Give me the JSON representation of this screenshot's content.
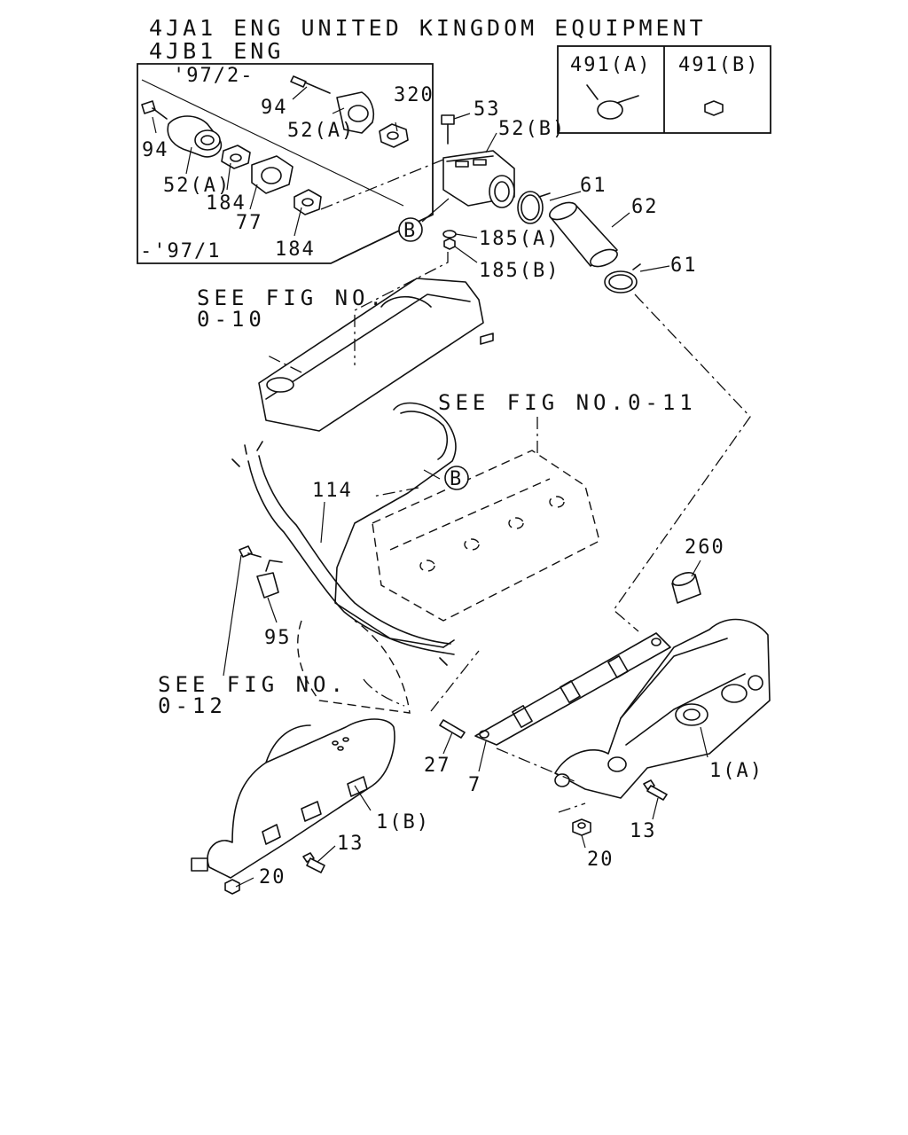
{
  "header": {
    "line1": "4JA1 ENG UNITED KINGDOM EQUIPMENT",
    "line2": "4JB1 ENG"
  },
  "inset": {
    "period_from": "'97/2-",
    "period_to": "-'97/1"
  },
  "legend": {
    "left": "491(A)",
    "right": "491(B)"
  },
  "see_fig": {
    "f010_a": "SEE FIG NO.",
    "f010_b": "0-10",
    "f011": "SEE FIG NO.0-11",
    "f012_a": "SEE FIG NO.",
    "f012_b": "0-12"
  },
  "marker": "B",
  "parts": {
    "p94": "94",
    "p52a": "52(A)",
    "p320": "320",
    "p53": "53",
    "p52b": "52(B)",
    "p184": "184",
    "p77": "77",
    "p61": "61",
    "p62": "62",
    "p185a": "185(A)",
    "p185b": "185(B)",
    "p114": "114",
    "p95": "95",
    "p260": "260",
    "p1a": "1(A)",
    "p1b": "1(B)",
    "p27": "27",
    "p7": "7",
    "p13": "13",
    "p20": "20"
  }
}
